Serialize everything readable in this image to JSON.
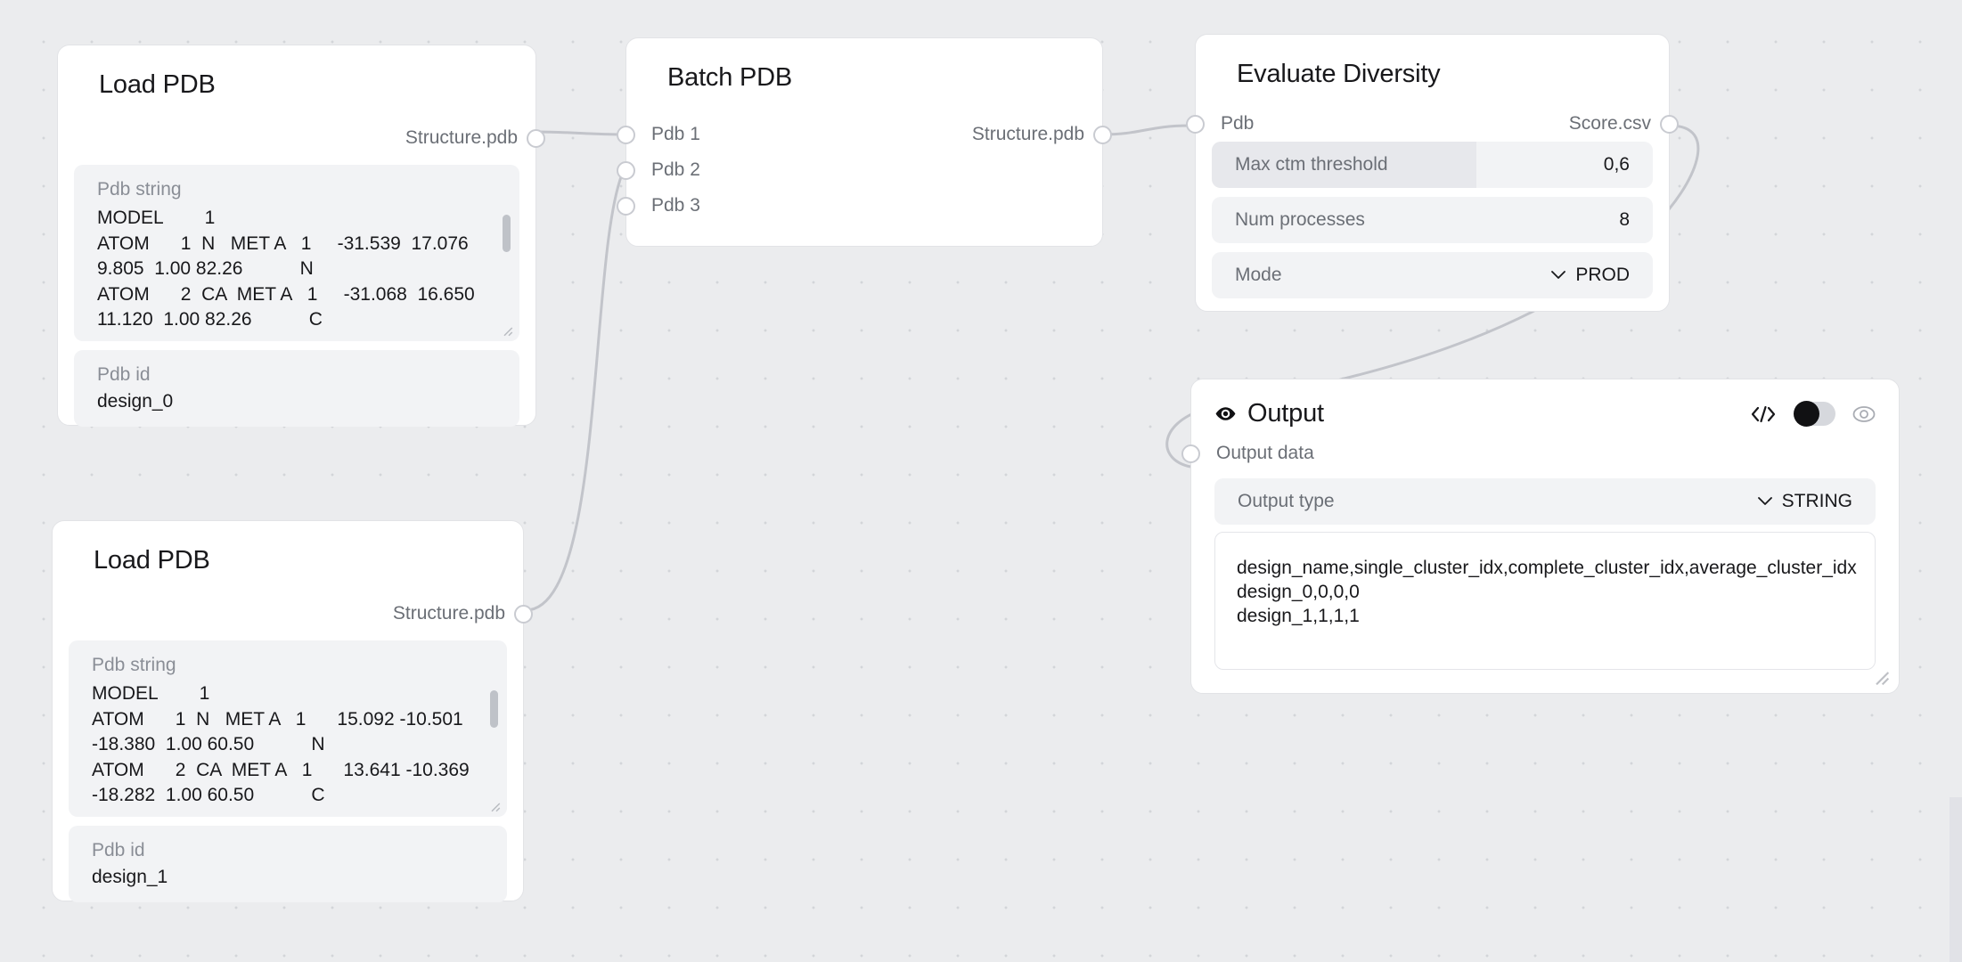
{
  "canvas": {
    "background": "#ebecee",
    "dot_color": "#d3d5d9"
  },
  "nodes": [
    {
      "id": "load-pdb-1",
      "title": "Load PDB",
      "outputs": [
        {
          "label": "Structure.pdb"
        }
      ],
      "fields": [
        {
          "name": "pdb-string",
          "label": "Pdb string",
          "value": "MODEL        1\nATOM      1  N   MET A   1     -31.539  17.076\n9.805  1.00 82.26           N\nATOM      2  CA  MET A   1     -31.068  16.650\n11.120  1.00 82.26           C"
        },
        {
          "name": "pdb-id",
          "label": "Pdb id",
          "value": "design_0"
        }
      ]
    },
    {
      "id": "batch-pdb",
      "title": "Batch PDB",
      "inputs": [
        {
          "label": "Pdb 1"
        },
        {
          "label": "Pdb 2"
        },
        {
          "label": "Pdb 3"
        }
      ],
      "outputs": [
        {
          "label": "Structure.pdb"
        }
      ]
    },
    {
      "id": "evaluate-diversity",
      "title": "Evaluate Diversity",
      "inputs": [
        {
          "label": "Pdb"
        }
      ],
      "outputs": [
        {
          "label": "Score.csv"
        }
      ],
      "params": [
        {
          "name": "max-ctm-threshold",
          "label": "Max ctm threshold",
          "value": "0,6",
          "slider_pct": 60
        },
        {
          "name": "num-processes",
          "label": "Num processes",
          "value": "8"
        },
        {
          "name": "mode",
          "label": "Mode",
          "value": "PROD",
          "dropdown": true
        }
      ]
    },
    {
      "id": "load-pdb-2",
      "title": "Load PDB",
      "outputs": [
        {
          "label": "Structure.pdb"
        }
      ],
      "fields": [
        {
          "name": "pdb-string",
          "label": "Pdb string",
          "value": "MODEL        1\nATOM      1  N   MET A   1      15.092 -10.501\n-18.380  1.00 60.50           N\nATOM      2  CA  MET A   1      13.641 -10.369\n-18.282  1.00 60.50           C"
        },
        {
          "name": "pdb-id",
          "label": "Pdb id",
          "value": "design_1"
        }
      ]
    },
    {
      "id": "output",
      "title": "Output",
      "icons": [
        "eye-icon",
        "code-icon",
        "toggle-switch",
        "eye-outline-icon"
      ],
      "toggle_on": false,
      "inputs": [
        {
          "label": "Output data"
        }
      ],
      "params": [
        {
          "name": "output-type",
          "label": "Output type",
          "value": "STRING",
          "dropdown": true
        }
      ],
      "content": "design_name,single_cluster_idx,complete_cluster_idx,average_cluster_idx\ndesign_0,0,0,0\ndesign_1,1,1,1"
    }
  ]
}
